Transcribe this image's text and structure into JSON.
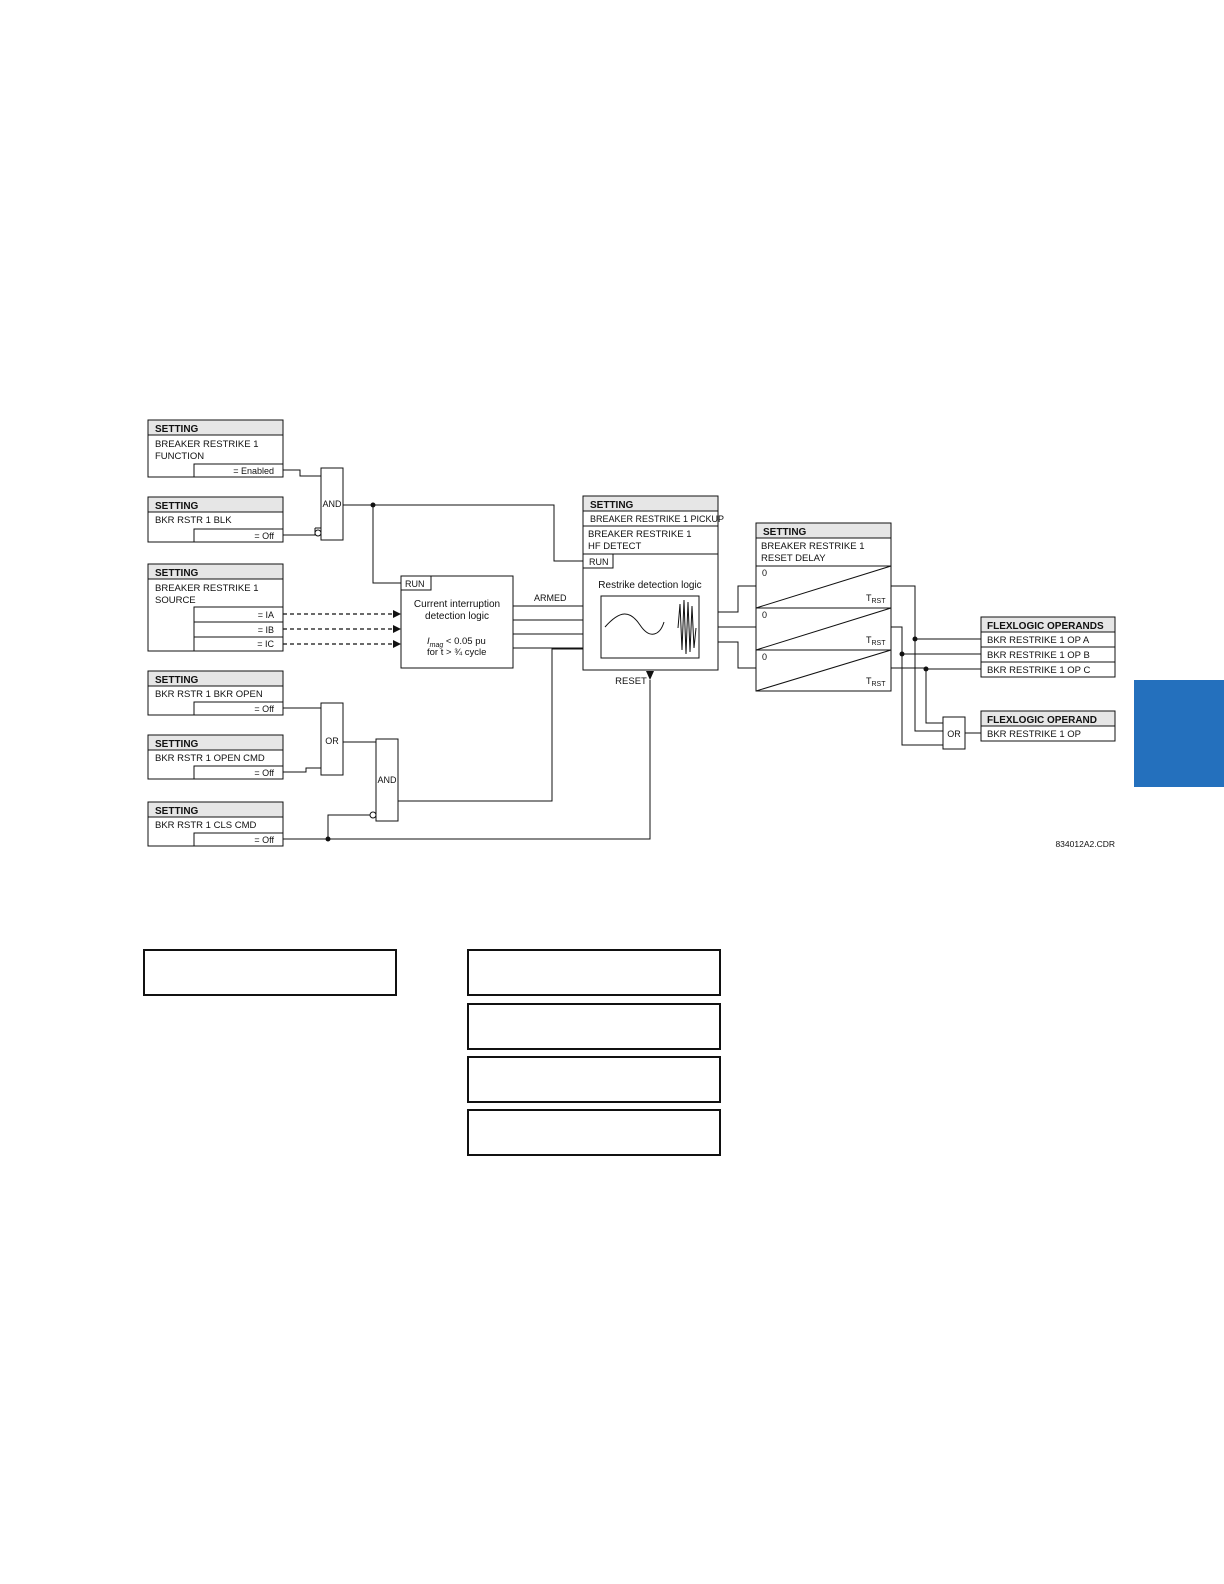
{
  "setting_header": "SETTING",
  "settings": {
    "function": {
      "line1": "BREAKER RESTRIKE 1",
      "line2": "FUNCTION",
      "value": "= Enabled"
    },
    "blk": {
      "line1": "BKR RSTR 1 BLK",
      "value": "= Off"
    },
    "source": {
      "line1": "BREAKER RESTRIKE 1",
      "line2": "SOURCE",
      "values": [
        "= IA",
        "= IB",
        "= IC"
      ]
    },
    "bkr_open": {
      "line1": "BKR RSTR 1 BKR OPEN",
      "value": "= Off"
    },
    "open_cmd": {
      "line1": "BKR RSTR 1 OPEN CMD",
      "value": "= Off"
    },
    "cls_cmd": {
      "line1": "BKR RSTR 1 CLS CMD",
      "value": "= Off"
    }
  },
  "gates": {
    "and1": "AND",
    "or1": "OR",
    "and2": "AND",
    "or2": "OR"
  },
  "current_interruption": {
    "run": "RUN",
    "line1": "Current interruption",
    "line2": "detection logic",
    "cond_i": "I",
    "cond_sub": "mag",
    "cond_rest": " < 0.05 pu",
    "cond2": "for t > ¾ cycle"
  },
  "armed_label": "ARMED",
  "restrike": {
    "header": "SETTING",
    "pickup": "BREAKER RESTRIKE 1 PICKUP",
    "hf_line1": "BREAKER RESTRIKE 1",
    "hf_line2": "HF DETECT",
    "run": "RUN",
    "title": "Restrike detection logic",
    "reset": "RESET"
  },
  "reset_delay": {
    "header": "SETTING",
    "line1": "BREAKER RESTRIKE 1",
    "line2": "RESET DELAY",
    "zero": "0",
    "t": "T",
    "t_sub": "RST"
  },
  "operands": {
    "header": "FLEXLOGIC OPERANDS",
    "items": [
      "BKR RESTRIKE 1 OP A",
      "BKR RESTRIKE 1 OP B",
      "BKR RESTRIKE 1 OP C"
    ]
  },
  "operand": {
    "header": "FLEXLOGIC OPERAND",
    "item": "BKR RESTRIKE 1 OP"
  },
  "figure_id": "834012A2.CDR",
  "colors": {
    "side_tab": "#2470bd",
    "header_fill": "#e6e6e6"
  }
}
